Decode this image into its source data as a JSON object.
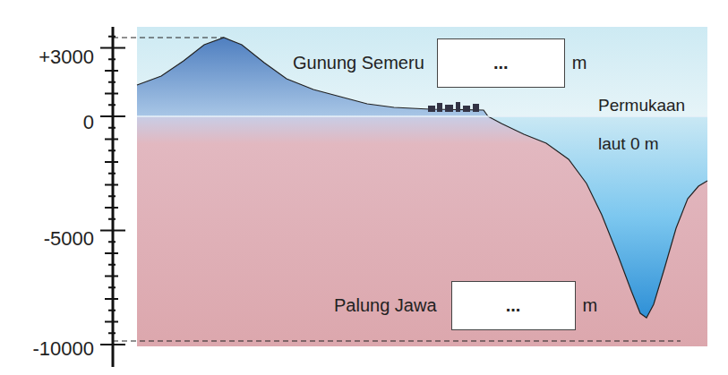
{
  "diagram": {
    "nodes": [
      {
        "text": [
          "Gunung Semeru",
          "...",
          "m"
        ]
      },
      {
        "text": [
          "Palung Jawa",
          "...",
          "m"
        ]
      }
    ],
    "labels": [
      "+3000",
      "0",
      "-5000",
      "-10000",
      "Permukaan laut 0 m"
    ]
  }
}
